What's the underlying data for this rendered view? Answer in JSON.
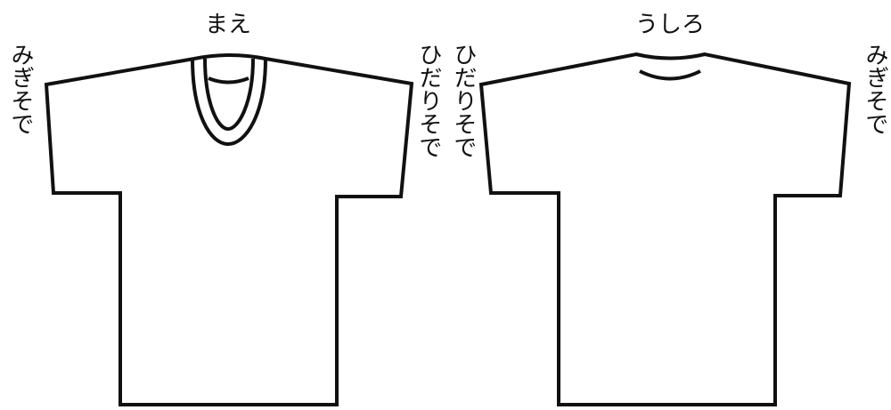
{
  "front": {
    "title": "まえ",
    "left_sleeve_label": "みぎそで",
    "right_sleeve_label": "ひだりそで"
  },
  "back": {
    "title": "うしろ",
    "left_sleeve_label": "ひだりそで",
    "right_sleeve_label": "みぎそで"
  },
  "colors": {
    "outline": "#111111",
    "fill": "#ffffff"
  }
}
